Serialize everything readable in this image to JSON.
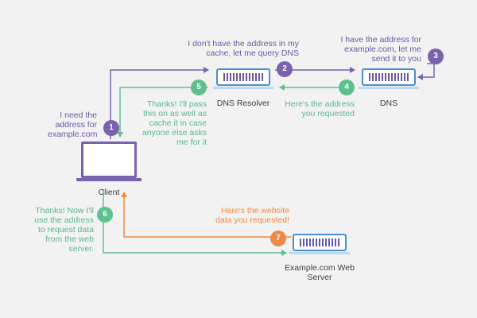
{
  "nodes": {
    "client": "Client",
    "resolver": "DNS Resolver",
    "dns": "DNS",
    "web_server": "Example.com Web Server"
  },
  "steps": [
    {
      "number": "1",
      "text": "I need the address for example.com"
    },
    {
      "number": "2",
      "text": "I don't have the address in my cache, let me query DNS"
    },
    {
      "number": "3",
      "text": "I have the address for example.com, let me send it to you"
    },
    {
      "number": "4",
      "text": "Here's the address you requested"
    },
    {
      "number": "5",
      "text": "Thanks! I'll pass this on as well as cache it in case anyone else asks me for it"
    },
    {
      "number": "6",
      "text": "Thanks! Now I'll use the address to request data from the web server."
    },
    {
      "number": "7",
      "text": "Here's the website data you requested!"
    }
  ],
  "colors": {
    "purple": "#7a62ac",
    "green": "#5fc08f",
    "orange": "#ef8a45",
    "server_border": "#4a8fd1",
    "background": "#f2f2f2"
  }
}
